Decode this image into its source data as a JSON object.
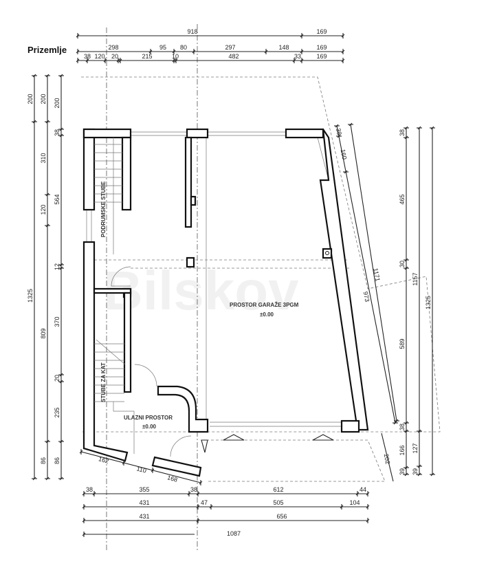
{
  "title": "Prizemlje",
  "watermark": "Bilskov",
  "rooms": {
    "basement_stairs": "PODRUMSKE STUBE",
    "stairs_up": "STUBE ZA KAT",
    "entrance": "ULAZNI PROSTOR",
    "entrance_level": "±0.00",
    "garage": "PROSTOR GARAŽE 3PGM",
    "garage_level": "±0.00"
  },
  "dims": {
    "top1": [
      "918",
      "169"
    ],
    "top2": [
      "298",
      "95",
      "80",
      "297",
      "148",
      "169"
    ],
    "top3": [
      "38",
      "120",
      "20",
      "215",
      "10",
      "482",
      "33",
      "169"
    ],
    "bottom1": [
      "38",
      "355",
      "38",
      "612",
      "44"
    ],
    "bottom2": [
      "431",
      "47",
      "505",
      "104"
    ],
    "bottom3": [
      "431",
      "656"
    ],
    "bottom4": [
      "1087"
    ],
    "bottom_slant": [
      "162",
      "110",
      "168"
    ],
    "left1": [
      "200",
      "1325"
    ],
    "left2": [
      "200",
      "310",
      "120",
      "809",
      "86"
    ],
    "left3": [
      "200",
      "38",
      "564",
      "12",
      "370",
      "20",
      "235",
      "86"
    ],
    "right_slant1": [
      "38",
      "160",
      "973"
    ],
    "right_slant2": [
      "1171"
    ],
    "right_slant3": [
      "202"
    ],
    "right1": [
      "38",
      "465",
      "30",
      "589",
      "38",
      "166",
      "39"
    ],
    "right2": [
      "1157",
      "127",
      "39"
    ],
    "right3": [
      "1325"
    ]
  }
}
